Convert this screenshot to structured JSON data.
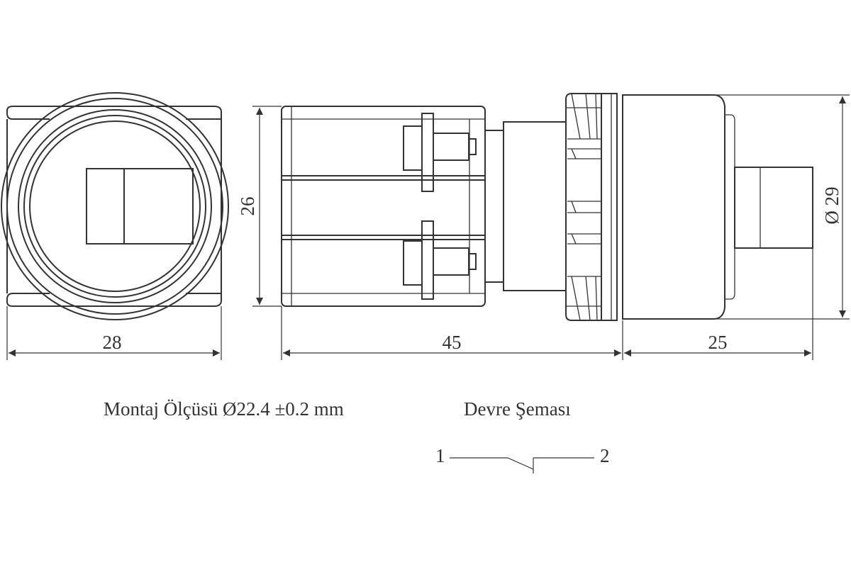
{
  "dimensions": {
    "front_width": "28",
    "side_height": "26",
    "body_length": "45",
    "cap_length": "25",
    "cap_diameter": "Ø 29"
  },
  "labels": {
    "mounting": "Montaj Ölçüsü Ø22.4 ±0.2 mm",
    "circuit_title": "Devre Şeması",
    "terminal_1": "1",
    "terminal_2": "2"
  },
  "colors": {
    "line": "#333333",
    "background": "#ffffff"
  }
}
